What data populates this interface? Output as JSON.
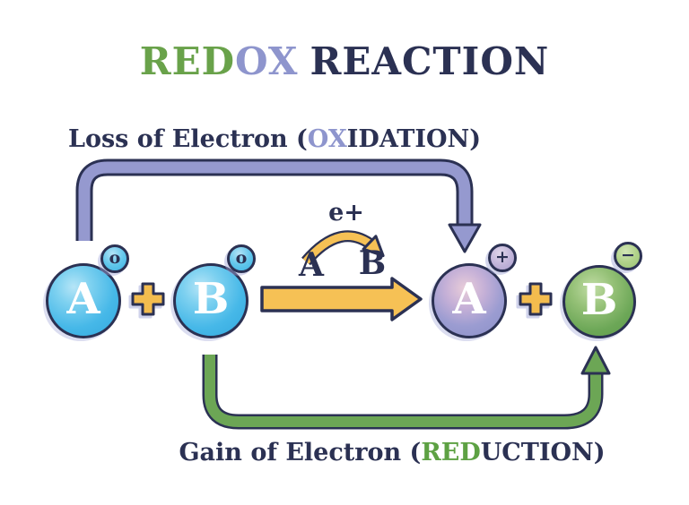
{
  "title": {
    "red": "RED",
    "ox": "OX",
    "rest": "REACTION"
  },
  "labels": {
    "oxidation": {
      "pre": "Loss of Electron (",
      "highlight": "OX",
      "post": "IDATION)"
    },
    "reduction": {
      "pre": "Gain of Electron (",
      "highlight": "RED",
      "post": "UCTION)"
    }
  },
  "electron_transfer": {
    "label": "e+",
    "from": "A",
    "to": "B"
  },
  "molecules": {
    "reactant_a": {
      "symbol": "A",
      "charge": "o"
    },
    "reactant_b": {
      "symbol": "B",
      "charge": "o"
    },
    "product_a": {
      "symbol": "A",
      "charge": "+"
    },
    "product_b": {
      "symbol": "B",
      "charge": "−"
    }
  },
  "operators": {
    "plus": "+"
  },
  "colors": {
    "navy_outline": "#2b3153",
    "title_green": "#69a24a",
    "title_periwinkle": "#8e95cd",
    "oxidation_arrow": "#9599cf",
    "reduction_arrow": "#6ca655",
    "reaction_arrow_yellow": "#f6c155",
    "plus_yellow": "#f3bc4e",
    "atom_blue": "#3eb3e6",
    "atom_purple": "#8e93cb",
    "atom_green": "#68a355"
  }
}
